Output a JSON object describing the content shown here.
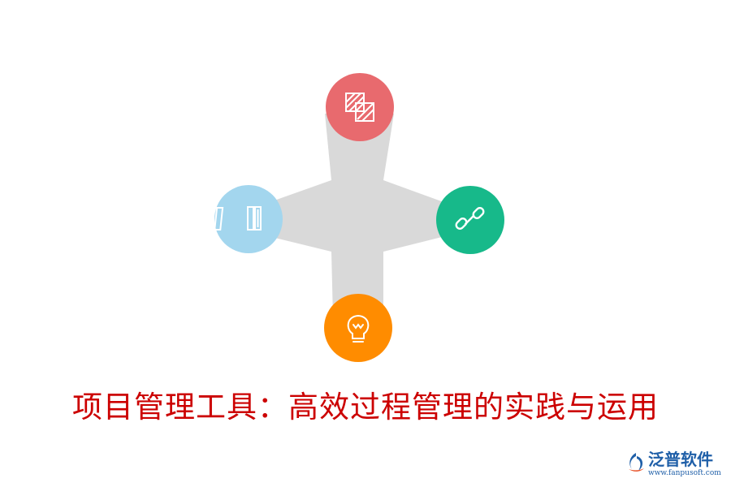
{
  "title": "项目管理工具：高效过程管理的实践与运用",
  "diagram": {
    "connector_color": "#d9d9d9",
    "nodes": [
      {
        "id": "top",
        "color": "#e86a6e",
        "icon": "overlapping-squares-icon"
      },
      {
        "id": "right",
        "color": "#17b98a",
        "icon": "chain-link-icon"
      },
      {
        "id": "bottom",
        "color": "#ff8c00",
        "icon": "lightbulb-icon"
      },
      {
        "id": "left",
        "color": "#a3d6ee",
        "icon": "book-columns-icon"
      }
    ]
  },
  "logo": {
    "name": "泛普软件",
    "url": "www.fanpusoft.com",
    "color": "#1f5fa8",
    "accent": "#e8542b"
  }
}
